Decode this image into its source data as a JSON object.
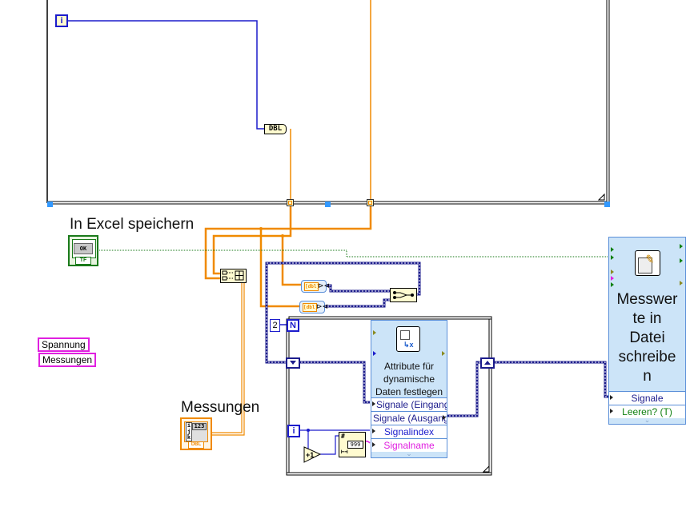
{
  "app": "LabVIEW Block Diagram",
  "while_loop": {
    "iteration_terminal": "i",
    "convert_node": "DBL"
  },
  "button": {
    "label": "In Excel speichern",
    "face_text": "OK",
    "type_tag": "TF"
  },
  "array_build_node": "build-array",
  "merge_signals": {
    "node_a": "[dbl]",
    "node_b": "[dbl]"
  },
  "for_loop": {
    "count_constant": "2",
    "count_terminal": "N",
    "iteration_terminal": "i",
    "increment_label": "+1",
    "number_to_string_value": "999",
    "express_vi": {
      "title": "Attribute für dynamische Daten festlegen",
      "rows": [
        {
          "label": "Signale (Eingang)",
          "color": "#1c1c8c"
        },
        {
          "label": "Signale (Ausgang)",
          "color": "#1c1c8c"
        },
        {
          "label": "Signalindex",
          "color": "#1c1ccc"
        },
        {
          "label": "Signalname",
          "color": "#e020e0"
        }
      ]
    }
  },
  "string_constants": [
    "Spannung",
    "Messungen"
  ],
  "indicator": {
    "label": "Messungen",
    "index_labels": [
      "i",
      "j",
      "k"
    ],
    "value": "123",
    "type_tag": "DBL"
  },
  "write_vi": {
    "title": "Messwerte in Datei schreiben",
    "title_lines": [
      "Messwer",
      "te in",
      "Datei",
      "schreibe",
      "n"
    ],
    "rows": [
      {
        "label": "Signale",
        "color": "#1c1c8c"
      },
      {
        "label": "Leeren? (T)",
        "color": "#108010"
      }
    ]
  },
  "colors": {
    "orange_wire": "#f08a00",
    "blue_wire": "#1c1ccc",
    "dynamic_wire": "#1c1c8c",
    "bool_wire": "#1a7a1a",
    "string_wire": "#e020e0",
    "express_bg": "#cce4f8"
  }
}
